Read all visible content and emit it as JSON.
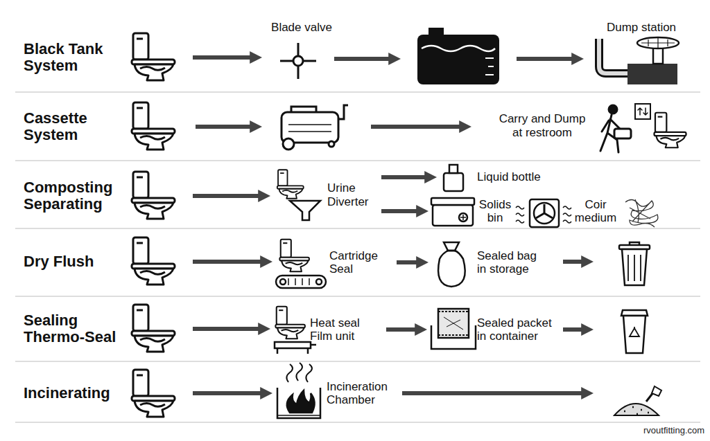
{
  "diagram": {
    "nodes": [
      {
        "text": [
          "Black Tank System"
        ]
      },
      {
        "text": [
          "Blade valve"
        ]
      },
      {
        "text": [
          "Dump station"
        ]
      },
      {
        "text": [
          "Cassette System"
        ]
      },
      {
        "text": [
          "Carry and Dump at restroom"
        ]
      },
      {
        "text": [
          "Composting Separating"
        ]
      },
      {
        "text": [
          "Urine Diverter"
        ]
      },
      {
        "text": [
          "Liquid bottle"
        ]
      },
      {
        "text": [
          "Solids bin"
        ]
      },
      {
        "text": [
          "Coir medium"
        ]
      },
      {
        "text": [
          "Dry Flush"
        ]
      },
      {
        "text": [
          "Cartridge Seal"
        ]
      },
      {
        "text": [
          "Sealed bag in storage"
        ]
      },
      {
        "text": [
          "Sealing Thermo-Seal"
        ]
      },
      {
        "text": [
          "Heat seal Film unit"
        ]
      },
      {
        "text": [
          "Sealed packet in container"
        ]
      },
      {
        "text": [
          "Incinerating"
        ]
      },
      {
        "text": [
          "Incineration Chamber"
        ]
      }
    ],
    "edges": [
      {
        "from": 0,
        "to": 1,
        "arrow": "to"
      },
      {
        "from": 5,
        "to": 6,
        "arrow": "to"
      },
      {
        "from": 6,
        "to": 7,
        "arrow": "to"
      },
      {
        "from": 6,
        "to": 8,
        "arrow": "to"
      },
      {
        "from": 10,
        "to": 11,
        "arrow": "to"
      },
      {
        "from": 11,
        "to": 12,
        "arrow": "to"
      },
      {
        "from": 13,
        "to": 14,
        "arrow": "to"
      },
      {
        "from": 14,
        "to": 15,
        "arrow": "to"
      },
      {
        "from": 16,
        "to": 17,
        "arrow": "to"
      }
    ],
    "labels": [
      "rvoutfitting.com"
    ]
  }
}
